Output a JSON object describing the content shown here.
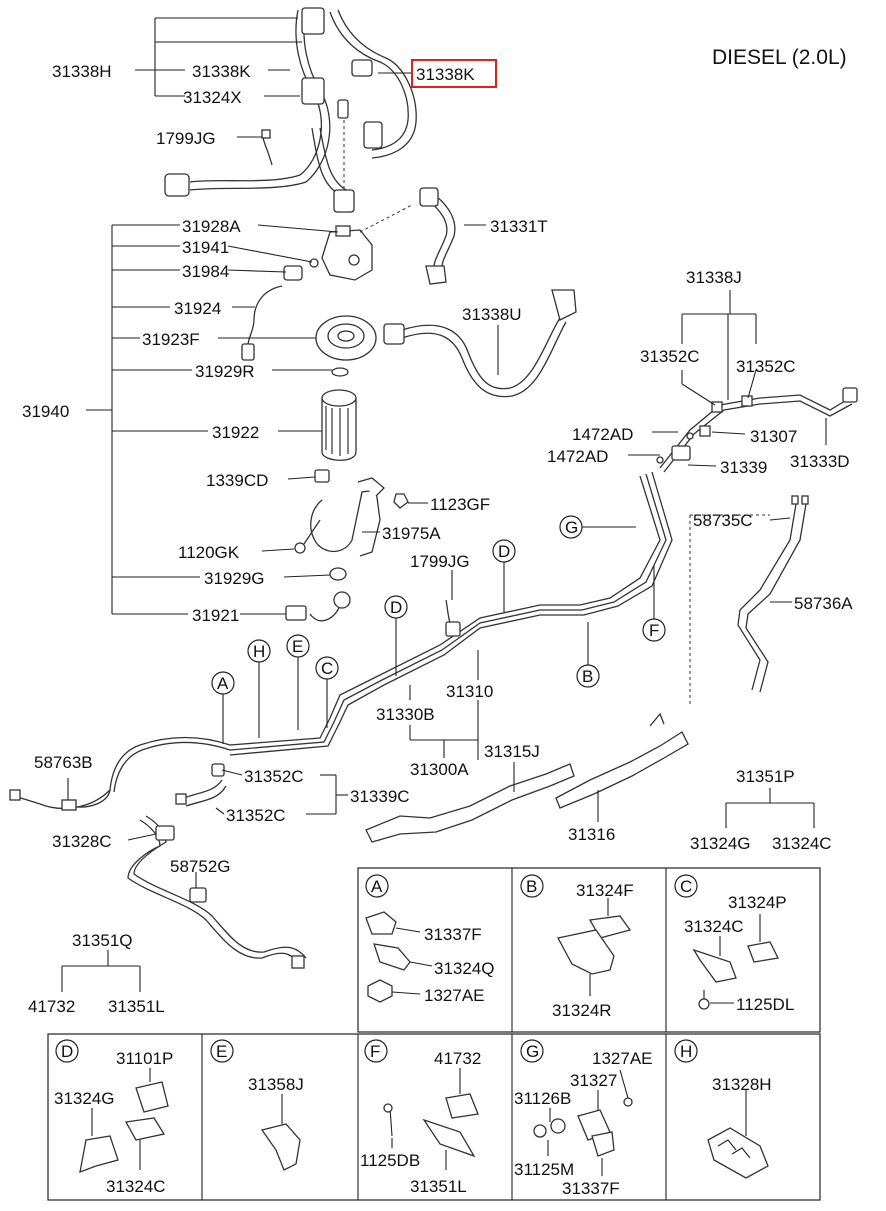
{
  "title": "DIESEL (2.0L)",
  "highlight_color": "#e0201c",
  "labels": {
    "h31338H": "31338H",
    "k1": "31338K",
    "x24": "31324X",
    "k_hl": "31338K",
    "jg1": "1799JG",
    "a928": "31928A",
    "t331": "31331T",
    "p941": "31941",
    "p984": "31984",
    "p924": "31924",
    "f923": "31923F",
    "u338": "31338U",
    "r929": "31929R",
    "p940": "31940",
    "p922": "31922",
    "j338": "31338J",
    "c352a": "31352C",
    "c352b": "31352C",
    "ad1": "1472AD",
    "ad2": "1472AD",
    "p307": "31307",
    "p339": "31339",
    "d333": "31333D",
    "cd1339": "1339CD",
    "gf1123": "1123GF",
    "a975": "31975A",
    "gk1120": "1120GK",
    "c58735": "58735C",
    "g929": "31929G",
    "jg2": "1799JG",
    "p921": "31921",
    "a58736": "58736A",
    "p310": "31310",
    "b330": "31330B",
    "a300": "31300A",
    "j315": "31315J",
    "b58763": "58763B",
    "c352c": "31352C",
    "c339": "31339C",
    "c352d": "31352C",
    "p316": "31316",
    "c328": "31328C",
    "g58752": "58752G",
    "p351": "31351P",
    "g324": "31324G",
    "c324": "31324C",
    "q351": "31351Q",
    "p41732": "41732",
    "l351": "31351L"
  },
  "callouts": [
    "D",
    "D",
    "A",
    "H",
    "E",
    "C",
    "G",
    "F",
    "B"
  ],
  "detail_boxes": [
    {
      "letter": "A",
      "parts": [
        "31337F",
        "31324Q",
        "1327AE"
      ]
    },
    {
      "letter": "B",
      "parts": [
        "31324F",
        "31324R"
      ]
    },
    {
      "letter": "C",
      "parts": [
        "31324P",
        "31324C",
        "1125DL"
      ]
    },
    {
      "letter": "D",
      "parts": [
        "31101P",
        "31324G",
        "31324C"
      ]
    },
    {
      "letter": "E",
      "parts": [
        "31358J"
      ]
    },
    {
      "letter": "F",
      "parts": [
        "41732",
        "1125DB",
        "31351L"
      ]
    },
    {
      "letter": "G",
      "parts": [
        "1327AE",
        "31327",
        "31126B",
        "31125M",
        "31337F"
      ]
    },
    {
      "letter": "H",
      "parts": [
        "31328H"
      ]
    }
  ]
}
